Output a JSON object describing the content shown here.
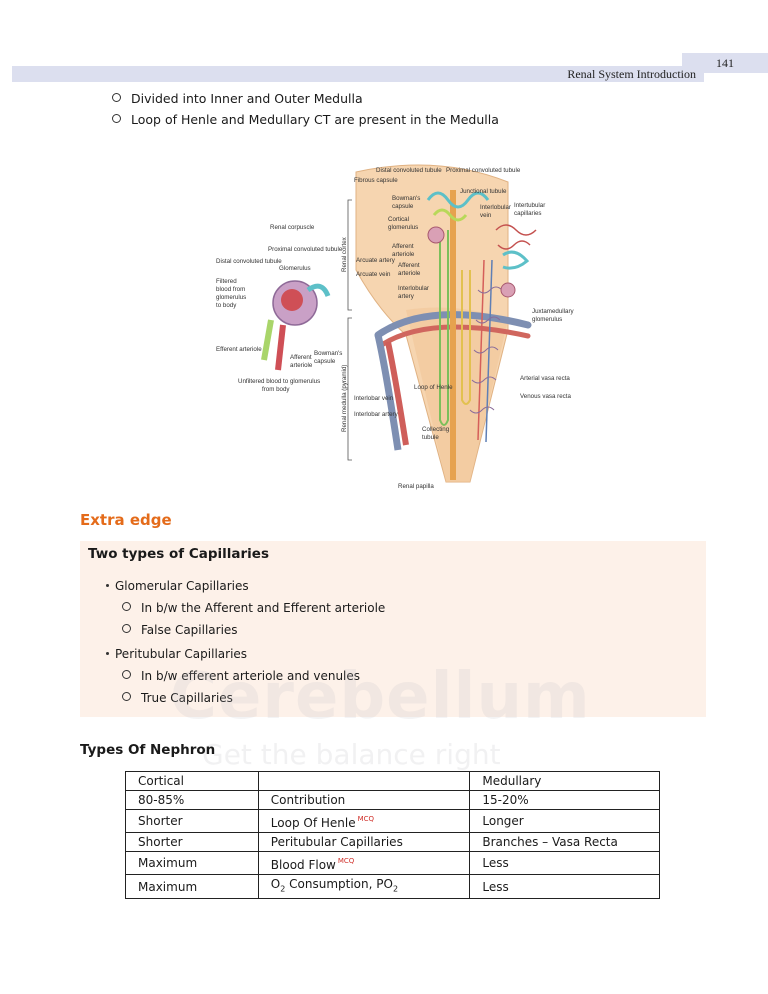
{
  "header": {
    "page_number": "141",
    "chapter_title": "Renal System Introduction"
  },
  "intro_bullets": [
    "Divided into Inner and Outer Medulla",
    "Loop of Henle and Medullary CT are present in the Medulla"
  ],
  "diagram": {
    "labels": {
      "renal_corpuscle": "Renal corpuscle",
      "proximal_convoluted_tubule_left": "Proximal convoluted tubule",
      "distal_convoluted_tubule_left": "Distal convoluted tubule",
      "glomerulus": "Glomerulus",
      "filtered_blood_1": "Filtered",
      "filtered_blood_2": "blood from",
      "filtered_blood_3": "glomerulus",
      "filtered_blood_4": "to body",
      "efferent_arteriole_left": "Efferent arteriole",
      "afferent_arteriole_left_1": "Afferent",
      "afferent_arteriole_left_2": "arteriole",
      "bowmans_capsule_left_1": "Bowman's",
      "bowmans_capsule_left_2": "capsule",
      "unfiltered_blood_1": "Unfiltered blood to glomerulus",
      "unfiltered_blood_2": "from body",
      "distal_convoluted_tubule": "Distal convoluted tubule",
      "proximal_convoluted_tubule": "Proximal convoluted tubule",
      "fibrous_capsule": "Fibrous capsule",
      "junctional_tubule": "Junctional tubule",
      "bowmans_capsule_1": "Bowman's",
      "bowmans_capsule_2": "capsule",
      "cortical_glomerulus_1": "Cortical",
      "cortical_glomerulus_2": "glomerulus",
      "interlobular_vein_1": "Interlobular",
      "interlobular_vein_2": "vein",
      "intertubular_capillaries_1": "Intertubular",
      "intertubular_capillaries_2": "capillaries",
      "renal_cortex": "Renal cortex",
      "afferent_arteriole_1": "Afferent",
      "afferent_arteriole_2": "arteriole",
      "efferent_arteriole_1": "Afferent",
      "efferent_arteriole_2": "arteriole",
      "arcuate_artery": "Arcuate artery",
      "arcuate_vein": "Arcuate vein",
      "interlobular_artery_1": "Interlobular",
      "interlobular_artery_2": "artery",
      "juxtamedullary_glomerulus_1": "Juxtamedullary",
      "juxtamedullary_glomerulus_2": "glomerulus",
      "renal_medulla": "Renal medulla (pyramid)",
      "loop_of_henle": "Loop of Henle",
      "arterial_vasa_recta": "Arterial vasa recta",
      "venous_vasa_recta": "Venous vasa recta",
      "interlobar_vein": "Interlobar vein",
      "interlobar_artery": "Interlobar artery",
      "collecting_tubule_1": "Collecting",
      "collecting_tubule_2": "tubule",
      "renal_papilla": "Renal papilla"
    }
  },
  "extra_edge": {
    "title": "Extra edge",
    "box_title": "Two types of Capillaries",
    "groups": [
      {
        "name": "Glomerular Capillaries",
        "items": [
          "In b/w the Afferent and Efferent arteriole",
          "False Capillaries"
        ]
      },
      {
        "name": "Peritubular Capillaries",
        "items": [
          "In b/w efferent arteriole and venules",
          "True Capillaries"
        ]
      }
    ]
  },
  "watermark": {
    "brand": "Cerebellum",
    "tagline": "Get the balance right"
  },
  "nephron_types": {
    "title": "Types Of Nephron",
    "header": [
      "Cortical",
      "",
      "Medullary"
    ],
    "rows": [
      {
        "cortical": "80-85%",
        "param": "Contribution",
        "tag": "",
        "medullary": "15-20%"
      },
      {
        "cortical": "Shorter",
        "param": "Loop Of Henle",
        "tag": "MCQ",
        "medullary": "Longer"
      },
      {
        "cortical": "Shorter",
        "param": "Peritubular Capillaries",
        "tag": "",
        "medullary": "Branches – Vasa Recta"
      },
      {
        "cortical": "Maximum",
        "param": "Blood Flow",
        "tag": "MCQ",
        "medullary": "Less"
      }
    ],
    "o2_row": {
      "cortical": "Maximum",
      "o": "O",
      "sub1": "2",
      "mid": " Consumption, PO",
      "sub2": "2",
      "medullary": "Less"
    }
  }
}
